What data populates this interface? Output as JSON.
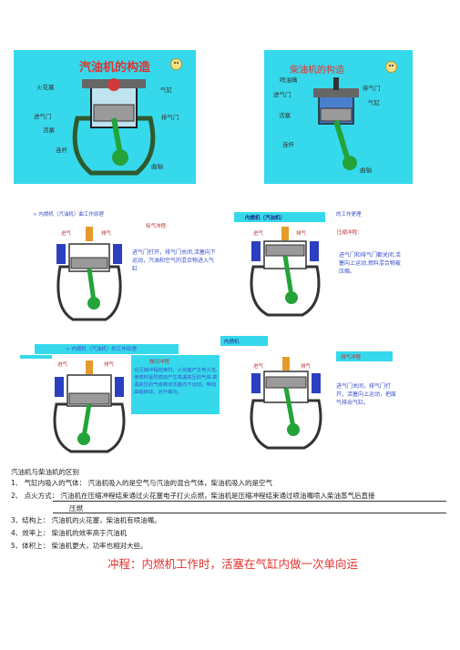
{
  "panel1": {
    "title": "汽油机的构造",
    "labels": {
      "spark": "火花塞",
      "cyl": "气缸",
      "intake": "进气门",
      "exhaust": "排气门",
      "piston": "活塞",
      "rod": "连杆",
      "crank": "曲轴"
    }
  },
  "panel2": {
    "title": "柴油机的构造",
    "labels": {
      "injector": "喷油嘴",
      "intake": "进气门",
      "exhaust": "排气门",
      "cyl": "气缸",
      "piston": "活塞",
      "rod": "连杆",
      "crank": "曲轴"
    }
  },
  "sec1": {
    "heading": "> 内燃机（汽油机）曲工作原理",
    "stroke": "吸气冲程:",
    "desc": "进气门打开，排气门关闭,活塞向下运动，汽油和空气的混合物进入气缸",
    "intake_lbl": "进气",
    "exhaust_lbl": "排气"
  },
  "sec2": {
    "banner": "内燃机（汽油机）",
    "heading": "的工作更理",
    "stroke": "压缩冲程：",
    "desc": "进气门和排气门都关闭,活塞向上运动,燃料混合物被压缩。",
    "intake_lbl": "进气",
    "exhaust_lbl": "排气"
  },
  "sec3": {
    "heading": "> 内燃机（汽油机）的工作原理",
    "stroke": "做功冲程",
    "desc": "在压缩冲程结束时，火花塞产生电火花,使燃料猛烈燃烧产生高温高压的气体.高温高压的气体推动活塞向下运动，带动曲轴转动，对外做功。",
    "intake_lbl": "进气",
    "exhaust_lbl": "排气"
  },
  "sec4": {
    "banner": "内燃机",
    "stroke": "排气冲程",
    "desc": "进气门关闭，排气门打开，活塞向上运动，把废气排出气缸。",
    "intake_lbl": "进气",
    "exhaust_lbl": "排气"
  },
  "differences": {
    "title": "汽油机与柴油机的区别",
    "items": [
      "1、 气缸内吸入的气体：  汽油机吸入的是空气与汽油的混合气体，柴油机吸入的是空气",
      "2、 点火方式：  汽油机在压缩冲程结束通过火花塞电子打火点燃，柴油机是压缩冲程结束通过喷油嘴喷入柴油蒸气后直接",
      "压燃",
      "3、结构上：  汽油机的火花塞，柴油机有喷油嘴。",
      "4、效率上：  柴油机的效率高于汽油机",
      "5、体积上：  柴油机更大，功率也相对大些。"
    ]
  },
  "definition": "冲程：内燃机工作时，活塞在气缸内做一次单向运",
  "colors": {
    "panel": "#36d9ec",
    "red": "#e0322f",
    "blue": "#3a50c8",
    "green": "#24a33a",
    "piston": "#9a9a9a"
  }
}
